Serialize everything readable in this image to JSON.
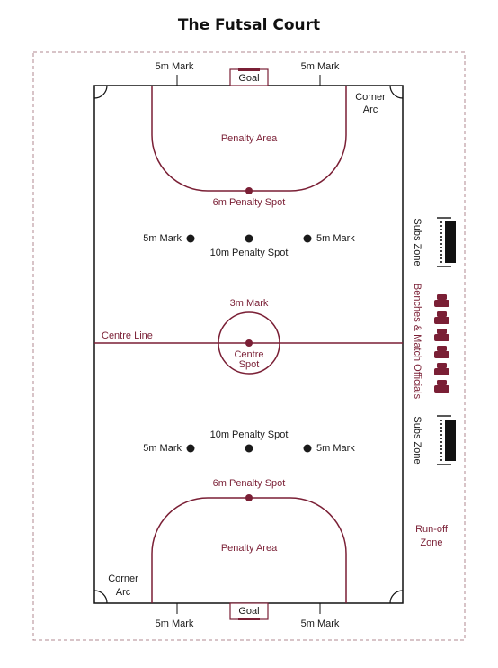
{
  "title": "The Futsal Court",
  "colors": {
    "line": "#7a1f35",
    "dark": "#1a1a1a",
    "dashed": "#b08890"
  },
  "labels": {
    "five_m_mark": "5m Mark",
    "goal": "Goal",
    "corner": "Corner",
    "arc": "Arc",
    "penalty_area": "Penalty Area",
    "six_m_penalty_spot": "6m Penalty Spot",
    "ten_m_penalty_spot": "10m Penalty Spot",
    "three_m_mark": "3m Mark",
    "centre_line": "Centre Line",
    "centre": "Centre",
    "spot": "Spot",
    "subs_zone": "Subs Zone",
    "benches": "Benches & Match Officials",
    "run_off": "Run-off",
    "zone": "Zone"
  }
}
